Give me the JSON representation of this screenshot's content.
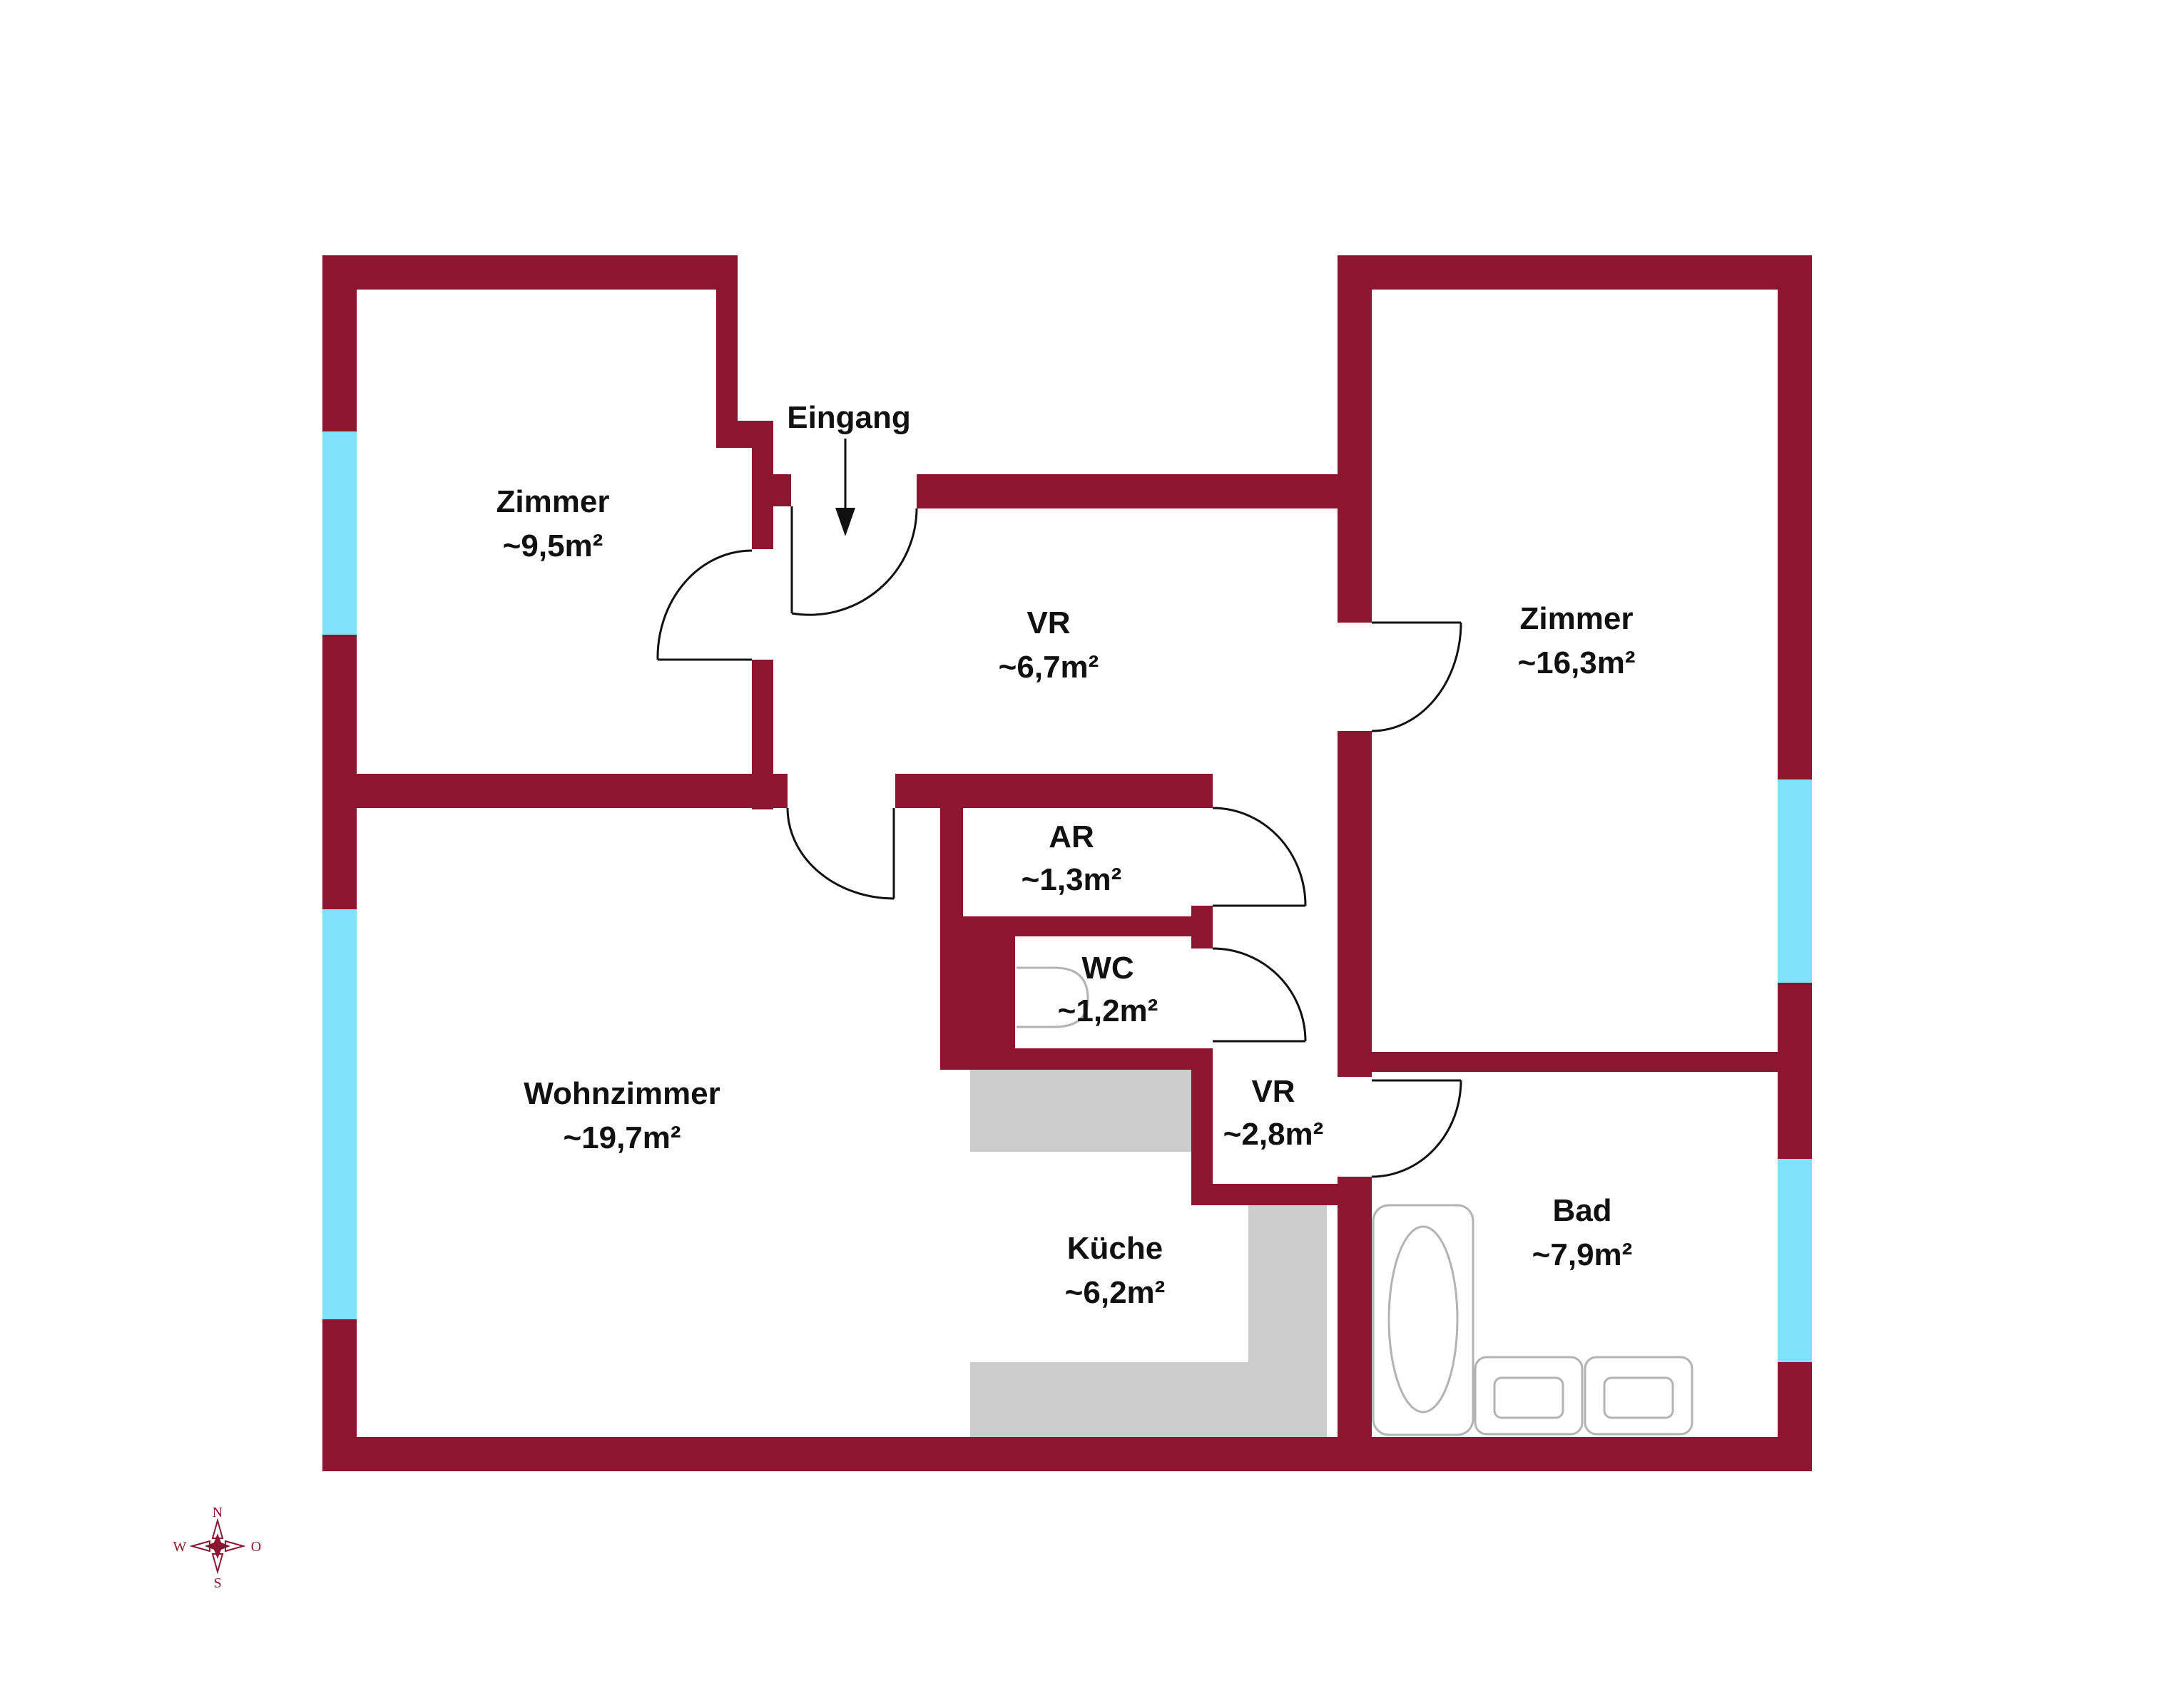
{
  "colors": {
    "wall": "#8C1630",
    "window": "#80E1FA",
    "counter": "#CCCCCC",
    "fixture": "#B3B3B3",
    "door": "#111111",
    "background": "#FFFFFF"
  },
  "entrance": {
    "label": "Eingang",
    "icon": "arrow-down-icon"
  },
  "rooms": {
    "zimmer_small": {
      "name": "Zimmer",
      "area": "~9,5m²"
    },
    "vr_main": {
      "name": "VR",
      "area": "~6,7m²"
    },
    "zimmer_large": {
      "name": "Zimmer",
      "area": "~16,3m²"
    },
    "ar": {
      "name": "AR",
      "area": "~1,3m²"
    },
    "wc": {
      "name": "WC",
      "area": "~1,2m²"
    },
    "wohnzimmer": {
      "name": "Wohnzimmer",
      "area": "~19,7m²"
    },
    "vr_small": {
      "name": "VR",
      "area": "~2,8m²"
    },
    "kueche": {
      "name": "Küche",
      "area": "~6,2m²"
    },
    "bad": {
      "name": "Bad",
      "area": "~7,9m²"
    }
  },
  "compass": {
    "north": "N",
    "south": "S",
    "west": "W",
    "east": "O",
    "icon": "compass-rose-icon"
  }
}
